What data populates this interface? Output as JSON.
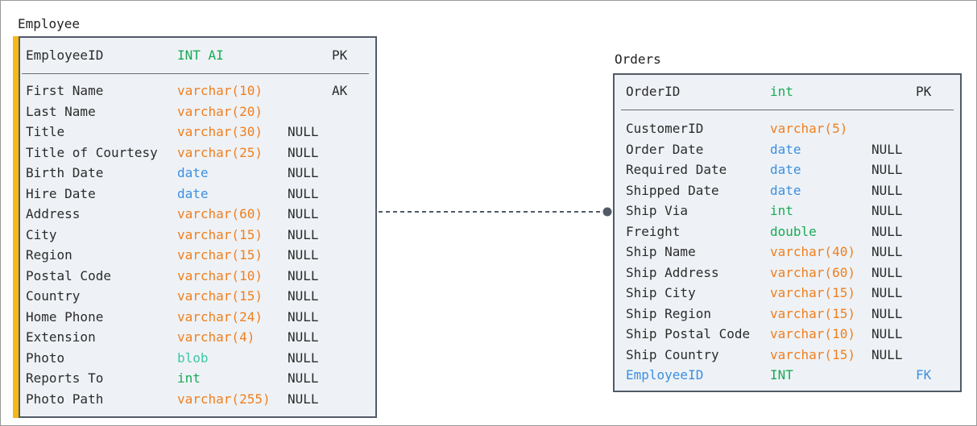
{
  "colors": {
    "accent": "#f5b817",
    "varchar": "#f07f1e",
    "date": "#3d8fe0",
    "int": "#1aaa55",
    "blob": "#3ec7a6",
    "fk": "#3d8fe0",
    "line": "#525a66"
  },
  "employee": {
    "title": "Employee",
    "key": {
      "name": "EmployeeID",
      "type": "INT AI",
      "null": "",
      "key": "PK",
      "type_color": "#1aaa55"
    },
    "fields": [
      {
        "name": "First Name",
        "type": "varchar(10)",
        "null": "",
        "key": "AK",
        "type_color": "#f07f1e"
      },
      {
        "name": "Last Name",
        "type": "varchar(20)",
        "null": "",
        "key": "",
        "type_color": "#f07f1e"
      },
      {
        "name": "Title",
        "type": "varchar(30)",
        "null": "NULL",
        "key": "",
        "type_color": "#f07f1e"
      },
      {
        "name": "Title of Courtesy",
        "type": "varchar(25)",
        "null": "NULL",
        "key": "",
        "type_color": "#f07f1e"
      },
      {
        "name": "Birth Date",
        "type": "date",
        "null": "NULL",
        "key": "",
        "type_color": "#3d8fe0"
      },
      {
        "name": "Hire Date",
        "type": "date",
        "null": "NULL",
        "key": "",
        "type_color": "#3d8fe0"
      },
      {
        "name": "Address",
        "type": "varchar(60)",
        "null": "NULL",
        "key": "",
        "type_color": "#f07f1e"
      },
      {
        "name": "City",
        "type": "varchar(15)",
        "null": "NULL",
        "key": "",
        "type_color": "#f07f1e"
      },
      {
        "name": "Region",
        "type": "varchar(15)",
        "null": "NULL",
        "key": "",
        "type_color": "#f07f1e"
      },
      {
        "name": "Postal Code",
        "type": "varchar(10)",
        "null": "NULL",
        "key": "",
        "type_color": "#f07f1e"
      },
      {
        "name": "Country",
        "type": "varchar(15)",
        "null": "NULL",
        "key": "",
        "type_color": "#f07f1e"
      },
      {
        "name": "Home Phone",
        "type": "varchar(24)",
        "null": "NULL",
        "key": "",
        "type_color": "#f07f1e"
      },
      {
        "name": "Extension",
        "type": "varchar(4)",
        "null": "NULL",
        "key": "",
        "type_color": "#f07f1e"
      },
      {
        "name": "Photo",
        "type": "blob",
        "null": "NULL",
        "key": "",
        "type_color": "#3ec7a6"
      },
      {
        "name": "Reports To",
        "type": "int",
        "null": "NULL",
        "key": "",
        "type_color": "#1aaa55"
      },
      {
        "name": "Photo Path",
        "type": "varchar(255)",
        "null": "NULL",
        "key": "",
        "type_color": "#f07f1e"
      }
    ]
  },
  "orders": {
    "title": "Orders",
    "key": {
      "name": "OrderID",
      "type": "int",
      "null": "",
      "key": "PK",
      "type_color": "#1aaa55"
    },
    "fields": [
      {
        "name": "CustomerID",
        "type": "varchar(5)",
        "null": "",
        "key": "",
        "type_color": "#f07f1e"
      },
      {
        "name": "Order Date",
        "type": "date",
        "null": "NULL",
        "key": "",
        "type_color": "#3d8fe0"
      },
      {
        "name": "Required Date",
        "type": "date",
        "null": "NULL",
        "key": "",
        "type_color": "#3d8fe0"
      },
      {
        "name": "Shipped Date",
        "type": "date",
        "null": "NULL",
        "key": "",
        "type_color": "#3d8fe0"
      },
      {
        "name": "Ship Via",
        "type": "int",
        "null": "NULL",
        "key": "",
        "type_color": "#1aaa55"
      },
      {
        "name": "Freight",
        "type": "double",
        "null": "NULL",
        "key": "",
        "type_color": "#1aaa55"
      },
      {
        "name": "Ship Name",
        "type": "varchar(40)",
        "null": "NULL",
        "key": "",
        "type_color": "#f07f1e"
      },
      {
        "name": "Ship Address",
        "type": "varchar(60)",
        "null": "NULL",
        "key": "",
        "type_color": "#f07f1e"
      },
      {
        "name": "Ship City",
        "type": "varchar(15)",
        "null": "NULL",
        "key": "",
        "type_color": "#f07f1e"
      },
      {
        "name": "Ship Region",
        "type": "varchar(15)",
        "null": "NULL",
        "key": "",
        "type_color": "#f07f1e"
      },
      {
        "name": "Ship Postal Code",
        "type": "varchar(10)",
        "null": "NULL",
        "key": "",
        "type_color": "#f07f1e"
      },
      {
        "name": "Ship Country",
        "type": "varchar(15)",
        "null": "NULL",
        "key": "",
        "type_color": "#f07f1e"
      },
      {
        "name": "EmployeeID",
        "type": "INT",
        "null": "",
        "key": "FK",
        "type_color": "#1aaa55",
        "name_color": "#3d8fe0",
        "key_color": "#3d8fe0"
      }
    ]
  }
}
